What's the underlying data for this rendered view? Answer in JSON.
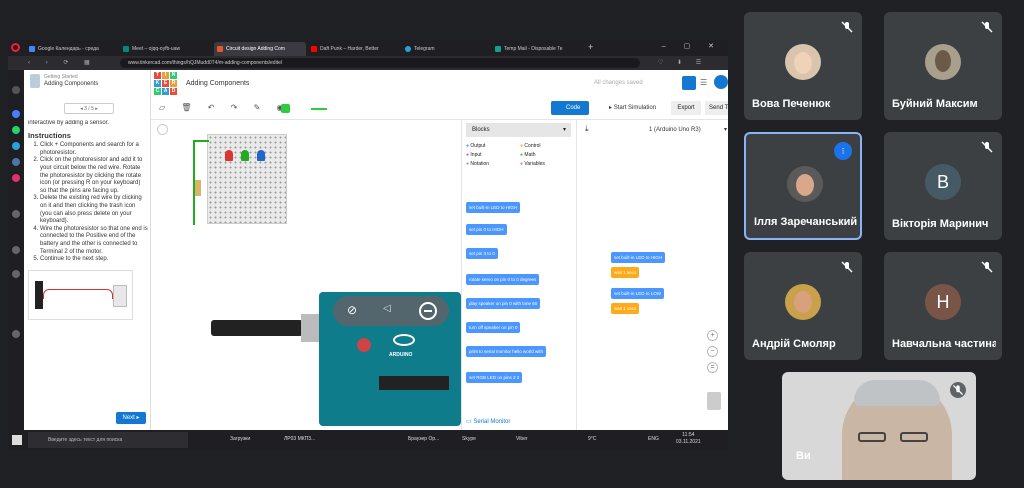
{
  "browser": {
    "tabs": [
      {
        "label": "Google Календарь - среда",
        "color": "#4285f4"
      },
      {
        "label": "Meet – ojqq-oyfb-uaw",
        "color": "#00897b"
      },
      {
        "label": "Circuit design Adding Com",
        "color": "#e6572e"
      },
      {
        "label": "Daft Punk – Harder, Better",
        "color": "#ff0000"
      },
      {
        "label": "Telegram",
        "color": "#2aa1da"
      },
      {
        "label": "Temp Mail - Disposable Te",
        "color": "#16a085"
      }
    ],
    "url": "www.tinkercad.com/things/hQJMudd0T4/m-adding-components/editel"
  },
  "tinkercad": {
    "lesson_small": "Getting Started",
    "lesson_title": "Adding Components",
    "project_title": "Adding Components",
    "status": "All changes saved",
    "pager": "3 / 5",
    "buttons": {
      "code": "Code",
      "start": "Start Simulation",
      "export": "Export",
      "send": "Send To"
    },
    "intro": "interactive by adding a sensor.",
    "instructions_heading": "Instructions",
    "steps": [
      "Click + Components and search for a photoresistor.",
      "Click on the photoresistor and add it to your circuit below the red wire. Rotate the photoresistor by clicking the rotate icon (or pressing R on your keyboard) so that the pins are facing up.",
      "Delete the existing red wire by clicking on it and then clicking the trash icon (you can also press delete on your keyboard).",
      "Wire the photoresistor so that one end is connected to the Positive end of the battery and the other is connected to Terminal 2 of the motor.",
      "Continue to the next step."
    ],
    "next": "Next",
    "blocks_dropdown": "Blocks",
    "device_dropdown": "1 (Arduino Uno R3)",
    "categories": [
      "Output",
      "Control",
      "Input",
      "Math",
      "Notation",
      "Variables"
    ],
    "palette": [
      "set built-in LED to  HIGH",
      "set pin  0  to  HIGH",
      "set pin  3  to  0",
      "rotate servo on pin  0  to  0  degrees",
      "play speaker on pin  0  with tone  60",
      "turn off speaker on pin  0",
      "print to serial monitor  hello world  with",
      "set RGB LED on pins  3   3"
    ],
    "script": [
      {
        "text": "set built-in LED to  HIGH",
        "kind": "blue"
      },
      {
        "text": "wait  1  secs",
        "kind": "orange"
      },
      {
        "text": "set built-in LED to  LOW",
        "kind": "blue"
      },
      {
        "text": "wait  1  secs",
        "kind": "orange"
      }
    ],
    "serial_monitor": "Serial Monitor",
    "board_label": "ARDUINO"
  },
  "taskbar": {
    "search": "Введите здесь текст для поиска",
    "apps": [
      "Загрузки",
      "ЛР03 МКП3...",
      "Браузер Op...",
      "Skype",
      "Viber"
    ],
    "weather": "9°C",
    "lang": "ENG",
    "time": "11:54",
    "date": "03.11.2021"
  },
  "participants": [
    {
      "name": "Вова Печенюк",
      "kind": "photo",
      "muted": true,
      "speaking": false
    },
    {
      "name": "Буйний Максим",
      "kind": "photo",
      "muted": true,
      "speaking": false
    },
    {
      "name": "Ілля Заречанський",
      "kind": "photo",
      "muted": false,
      "speaking": true
    },
    {
      "name": "Вікторія Маринич",
      "kind": "initial",
      "initial": "В",
      "color": "#455a64",
      "muted": true,
      "speaking": false
    },
    {
      "name": "Андрій Смоляр",
      "kind": "photo",
      "muted": true,
      "speaking": false
    },
    {
      "name": "Навчальна частина",
      "kind": "initial",
      "initial": "Н",
      "color": "#795548",
      "muted": true,
      "speaking": false
    }
  ],
  "self": {
    "label": "Ви",
    "muted": true
  },
  "colors": {
    "accent": "#1477d1",
    "tinkercad_blue": "#4c97ff",
    "orange": "#ffab19",
    "speaking": "#8ab4f8"
  }
}
